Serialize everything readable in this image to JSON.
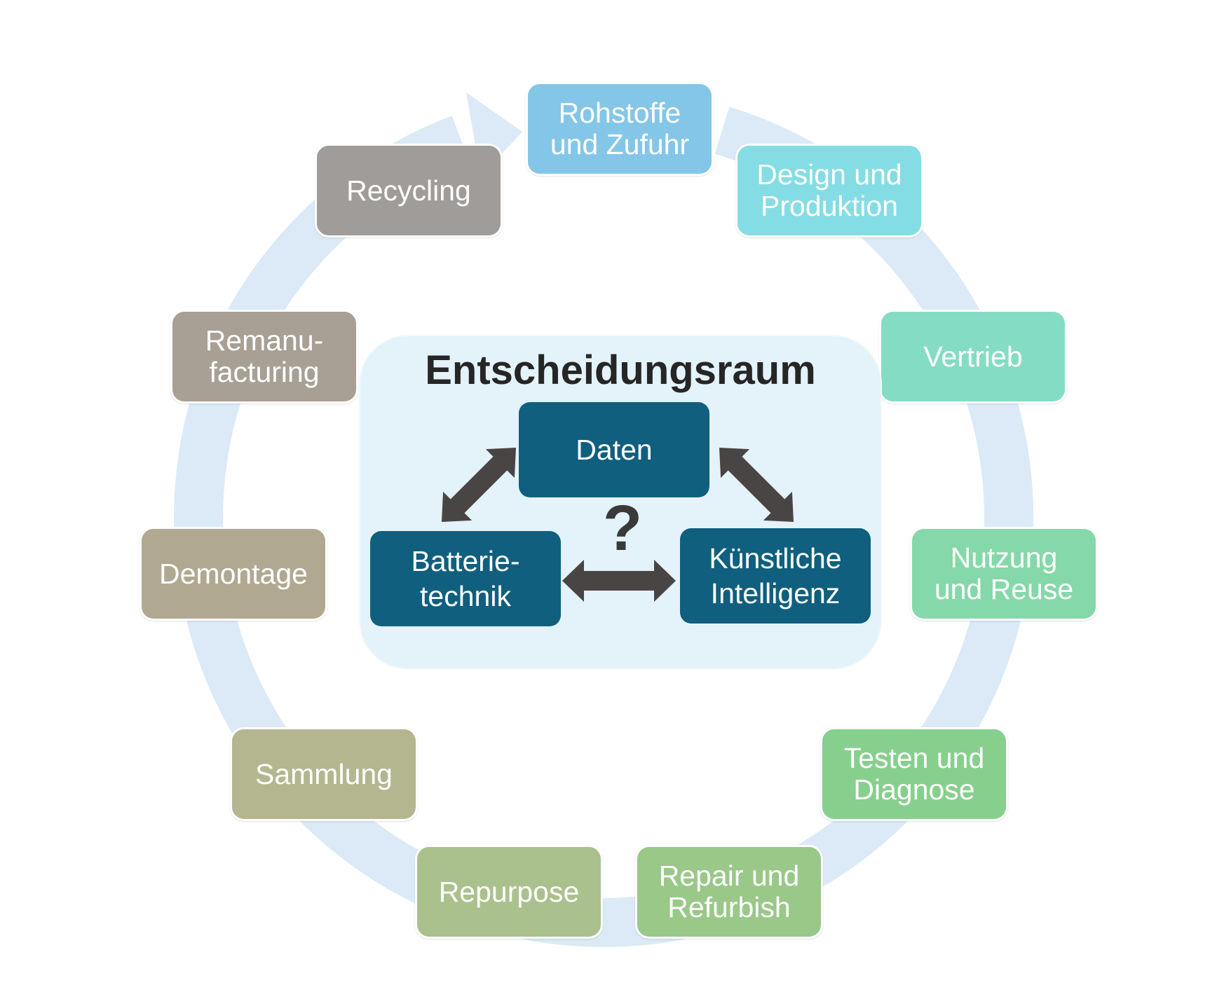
{
  "cycle": {
    "nodes": [
      {
        "id": "rohstoffe",
        "label": "Rohstoffe\nund  Zufuhr",
        "color": "#84c6e7"
      },
      {
        "id": "design",
        "label": "Design und\nProduktion",
        "color": "#84dde4"
      },
      {
        "id": "vertrieb",
        "label": "Vertrieb",
        "color": "#84dcc4"
      },
      {
        "id": "nutzung",
        "label": "Nutzung\nund  Reuse",
        "color": "#85d8a9"
      },
      {
        "id": "testen",
        "label": "Testen und\nDiagnose",
        "color": "#87cf8d"
      },
      {
        "id": "repair",
        "label": "Repair und\nRefurbish",
        "color": "#99c889"
      },
      {
        "id": "repurpose",
        "label": "Repurpose",
        "color": "#abc18d"
      },
      {
        "id": "sammlung",
        "label": "Sammlung",
        "color": "#b3b68f"
      },
      {
        "id": "demontage",
        "label": "Demontage",
        "color": "#b0a891"
      },
      {
        "id": "remanufacturing",
        "label": "Remanu-\nfacturing",
        "color": "#a89f95"
      },
      {
        "id": "recycling",
        "label": "Recycling",
        "color": "#a09c99"
      }
    ]
  },
  "center": {
    "title": "Entscheidungsraum",
    "question_mark": "?",
    "topics": {
      "daten": "Daten",
      "batterie": "Batterie-\ntechnik",
      "ki": "Künstliche\nIntelligenz"
    }
  },
  "colors": {
    "ring": "#dbeaf6",
    "panel": "#e4f2fa",
    "topic_box": "#105f7e",
    "connector_arrow": "#4a4545",
    "title_text": "#262626"
  }
}
